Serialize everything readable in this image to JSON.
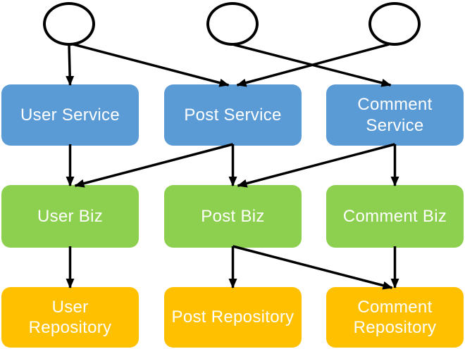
{
  "colors": {
    "service": "#5B9BD5",
    "biz": "#8DD04F",
    "repository": "#FFC000",
    "line": "#000000",
    "text": "#FFFFFF",
    "background": "#FFFFFF"
  },
  "diagram": {
    "nodes": [
      {
        "id": "actor-1",
        "type": "actor",
        "label": ""
      },
      {
        "id": "actor-2",
        "type": "actor",
        "label": ""
      },
      {
        "id": "actor-3",
        "type": "actor",
        "label": ""
      },
      {
        "id": "user-service",
        "type": "service",
        "label": "User Service"
      },
      {
        "id": "post-service",
        "type": "service",
        "label": "Post Service"
      },
      {
        "id": "comment-service",
        "type": "service",
        "label": "Comment\nService"
      },
      {
        "id": "user-biz",
        "type": "biz",
        "label": "User Biz"
      },
      {
        "id": "post-biz",
        "type": "biz",
        "label": "Post Biz"
      },
      {
        "id": "comment-biz",
        "type": "biz",
        "label": "Comment Biz"
      },
      {
        "id": "user-repository",
        "type": "repository",
        "label": "User\nRepository"
      },
      {
        "id": "post-repository",
        "type": "repository",
        "label": "Post Repository"
      },
      {
        "id": "comment-repository",
        "type": "repository",
        "label": "Comment\nRepository"
      }
    ],
    "edges": [
      {
        "from": "actor-1",
        "to": "user-service"
      },
      {
        "from": "actor-1",
        "to": "post-service",
        "sdx": 6,
        "tdx": -6
      },
      {
        "from": "actor-2",
        "to": "comment-service",
        "tdx": -6
      },
      {
        "from": "actor-3",
        "to": "post-service",
        "sdx": -8,
        "tdx": 6
      },
      {
        "from": "user-service",
        "to": "user-biz"
      },
      {
        "from": "post-service",
        "to": "post-biz"
      },
      {
        "from": "post-service",
        "to": "user-biz",
        "tdx": 7
      },
      {
        "from": "comment-service",
        "to": "comment-biz"
      },
      {
        "from": "comment-service",
        "to": "post-biz",
        "tdx": 7
      },
      {
        "from": "user-biz",
        "to": "user-repository"
      },
      {
        "from": "post-biz",
        "to": "post-repository"
      },
      {
        "from": "post-biz",
        "to": "comment-repository",
        "tdx": -4
      },
      {
        "from": "comment-biz",
        "to": "comment-repository"
      }
    ]
  }
}
